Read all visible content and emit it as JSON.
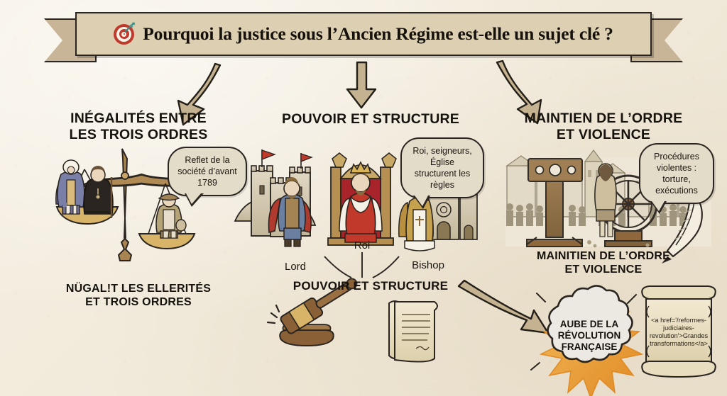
{
  "banner": {
    "icon": "target-dart-icon",
    "title": "Pourquoi la justice sous l’Ancien Régime est-elle un sujet clé ?"
  },
  "columns": {
    "left": {
      "heading": "INÉGALITÉS ENTRE\nLES TROIS ORDRES",
      "bubble": "Reflet de la société d’avant 1789",
      "subheading": "NÜGAL!T LES ELLERITÉS\nET TROIS ORDRES",
      "illustration": "balance-scale-three-estates"
    },
    "middle": {
      "heading": "POUVOIR ET STRUCTURE",
      "bubble": "Roi, seigneurs, Église structurent les règles",
      "subheading": "POUVOIR ET STRUCTURE",
      "nodes": [
        {
          "label": "Lord",
          "icon": "castle-lord-icon"
        },
        {
          "label": "Roi",
          "icon": "king-throne-icon"
        },
        {
          "label": "Bishop",
          "icon": "bishop-cathedral-icon"
        }
      ],
      "illustration": "gavel-and-scroll"
    },
    "right": {
      "heading": "MAINTIEN DE L’ORDRE\nET VIOLENCE",
      "bubble": "Procédures violentes : torture, exécutions",
      "subheading": "MAINITIEN DE L’ORDRE\nET VIOLENCE",
      "illustration": "pillory-breaking-wheel-crowd"
    }
  },
  "outcome": {
    "burst_label": "AUBE DE LA\nRÉVOLUTION\nFRANÇAISE",
    "scroll_code": "<a href='/reformes-judiciaires-revolution'>Grandes transformations</a>",
    "quill_icon": "feather-quill-icon"
  },
  "arrows": [
    {
      "name": "arrow-title-to-left",
      "direction": "down-left"
    },
    {
      "name": "arrow-title-to-middle",
      "direction": "down"
    },
    {
      "name": "arrow-title-to-right",
      "direction": "down-right"
    },
    {
      "name": "arrow-to-burst",
      "direction": "down-right"
    }
  ],
  "colors": {
    "background": "#f2ebdc",
    "banner_plate": "#ddd0b2",
    "banner_tail": "#c8b597",
    "ink": "#2a2520",
    "arrow": "#c5b291",
    "bubble": "#e3dcc8",
    "burst": "#e8a33d",
    "accent_red": "#c0392b",
    "accent_teal": "#2f8f8a"
  }
}
